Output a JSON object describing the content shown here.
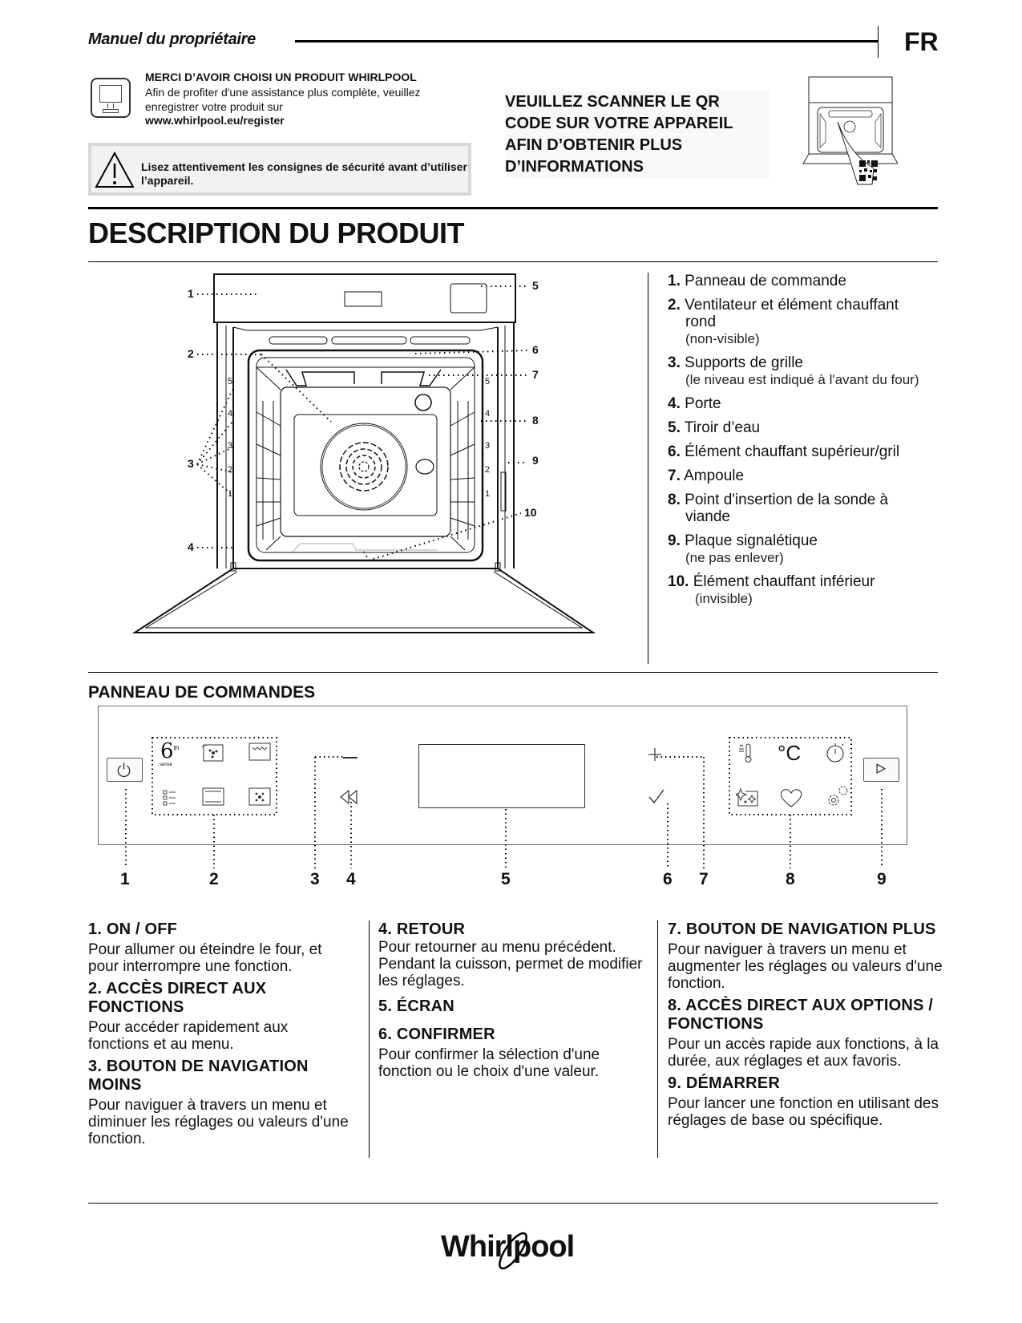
{
  "header": {
    "title": "Manuel du propriétaire",
    "language": "FR"
  },
  "register": {
    "icon": "computer-monitor-icon",
    "title": "MERCI D’AVOIR CHOISI UN PRODUIT WHIRLPOOL",
    "text": "Afin de profiter d'une assistance plus complète, veuillez enregistrer votre produit sur",
    "url": "www.whirlpool.eu/register"
  },
  "safety": {
    "icon": "warning-triangle-icon",
    "text": "Lisez attentivement les consignes de sécurité avant d’utiliser l’appareil."
  },
  "qr": {
    "text": "VEUILLEZ SCANNER LE QR CODE SUR VOTRE APPAREIL AFIN D’OBTENIR PLUS D’INFORMATIONS",
    "illustration": "oven-qr-code-illustration"
  },
  "description": {
    "title": "DESCRIPTION DU PRODUIT",
    "diagram_labels": [
      "1",
      "2",
      "3",
      "4",
      "5",
      "6",
      "7",
      "8",
      "9",
      "10"
    ],
    "shelf_levels": [
      "1",
      "2",
      "3",
      "4",
      "5"
    ],
    "parts": [
      {
        "num": "1.",
        "label": "Panneau de commande",
        "note": ""
      },
      {
        "num": "2.",
        "label": "Ventilateur et élément chauffant",
        "cont": "rond",
        "note": "(non-visible)"
      },
      {
        "num": "3.",
        "label": "Supports de grille",
        "note": "(le niveau est indiqué à l'avant du four)"
      },
      {
        "num": "4.",
        "label": "Porte",
        "note": ""
      },
      {
        "num": "5.",
        "label": "Tiroir d’eau",
        "note": ""
      },
      {
        "num": "6.",
        "label": "Élément chauffant supérieur/gril",
        "note": ""
      },
      {
        "num": "7.",
        "label": "Ampoule",
        "note": ""
      },
      {
        "num": "8.",
        "label": "Point d'insertion de la sonde à",
        "cont": "viande",
        "note": ""
      },
      {
        "num": "9.",
        "label": "Plaque signalétique",
        "note": "(ne pas enlever)"
      },
      {
        "num": "10.",
        "label": "Élément chauffant inférieur",
        "note": "(invisible)"
      }
    ]
  },
  "control_panel": {
    "title": "PANNEAU DE COMMANDES",
    "callouts": [
      "1",
      "2",
      "3",
      "4",
      "5",
      "6",
      "7",
      "8",
      "9"
    ],
    "icons": {
      "power": "power-icon",
      "functions": [
        "6th-sense-icon",
        "steam-fan-icon",
        "grill-icon",
        "menu-list-icon",
        "conventional-icon",
        "forced-air-icon"
      ],
      "minus": "minus-icon",
      "back": "back-icon",
      "display": "display-screen",
      "plus": "plus-icon",
      "confirm": "check-icon",
      "options": [
        "preheat-thermometer-icon",
        "celsius-icon",
        "timer-icon",
        "clean-icon",
        "favorite-heart-icon",
        "settings-icon"
      ],
      "start": "play-icon"
    },
    "celsius_label": "°C",
    "sixth_label": "6",
    "sixth_sup": "th",
    "sixth_sub": "sense"
  },
  "descriptions": {
    "col1": [
      {
        "title": "1. ON / OFF",
        "text": "Pour allumer ou éteindre le four, et pour interrompre une fonction."
      },
      {
        "title": "2. ACCÈS DIRECT AUX FONCTIONS",
        "text": "Pour accéder rapidement aux fonctions et au menu."
      },
      {
        "title": "3. BOUTON DE NAVIGATION MOINS",
        "text": "Pour naviguer à travers un menu et diminuer les réglages ou valeurs d'une fonction."
      }
    ],
    "col2": [
      {
        "title": "4. RETOUR",
        "text": "Pour retourner au menu précédent. Pendant la cuisson, permet de modifier les réglages."
      },
      {
        "title": "5. ÉCRAN",
        "text": ""
      },
      {
        "title": "6. CONFIRMER",
        "text": "Pour confirmer la sélection d'une fonction ou le choix d'une valeur."
      }
    ],
    "col3": [
      {
        "title": "7. BOUTON DE NAVIGATION PLUS",
        "text": "Pour naviguer à travers un menu et augmenter les réglages ou valeurs d'une fonction."
      },
      {
        "title": "8. ACCÈS DIRECT AUX OPTIONS / FONCTIONS",
        "text": "Pour un accès rapide aux fonctions, à la durée, aux réglages et aux favoris."
      },
      {
        "title": "9. DÉMARRER",
        "text": "Pour lancer une fonction en utilisant des réglages de base ou spécifique."
      }
    ]
  },
  "footer": {
    "brand": "Whirlpool"
  }
}
